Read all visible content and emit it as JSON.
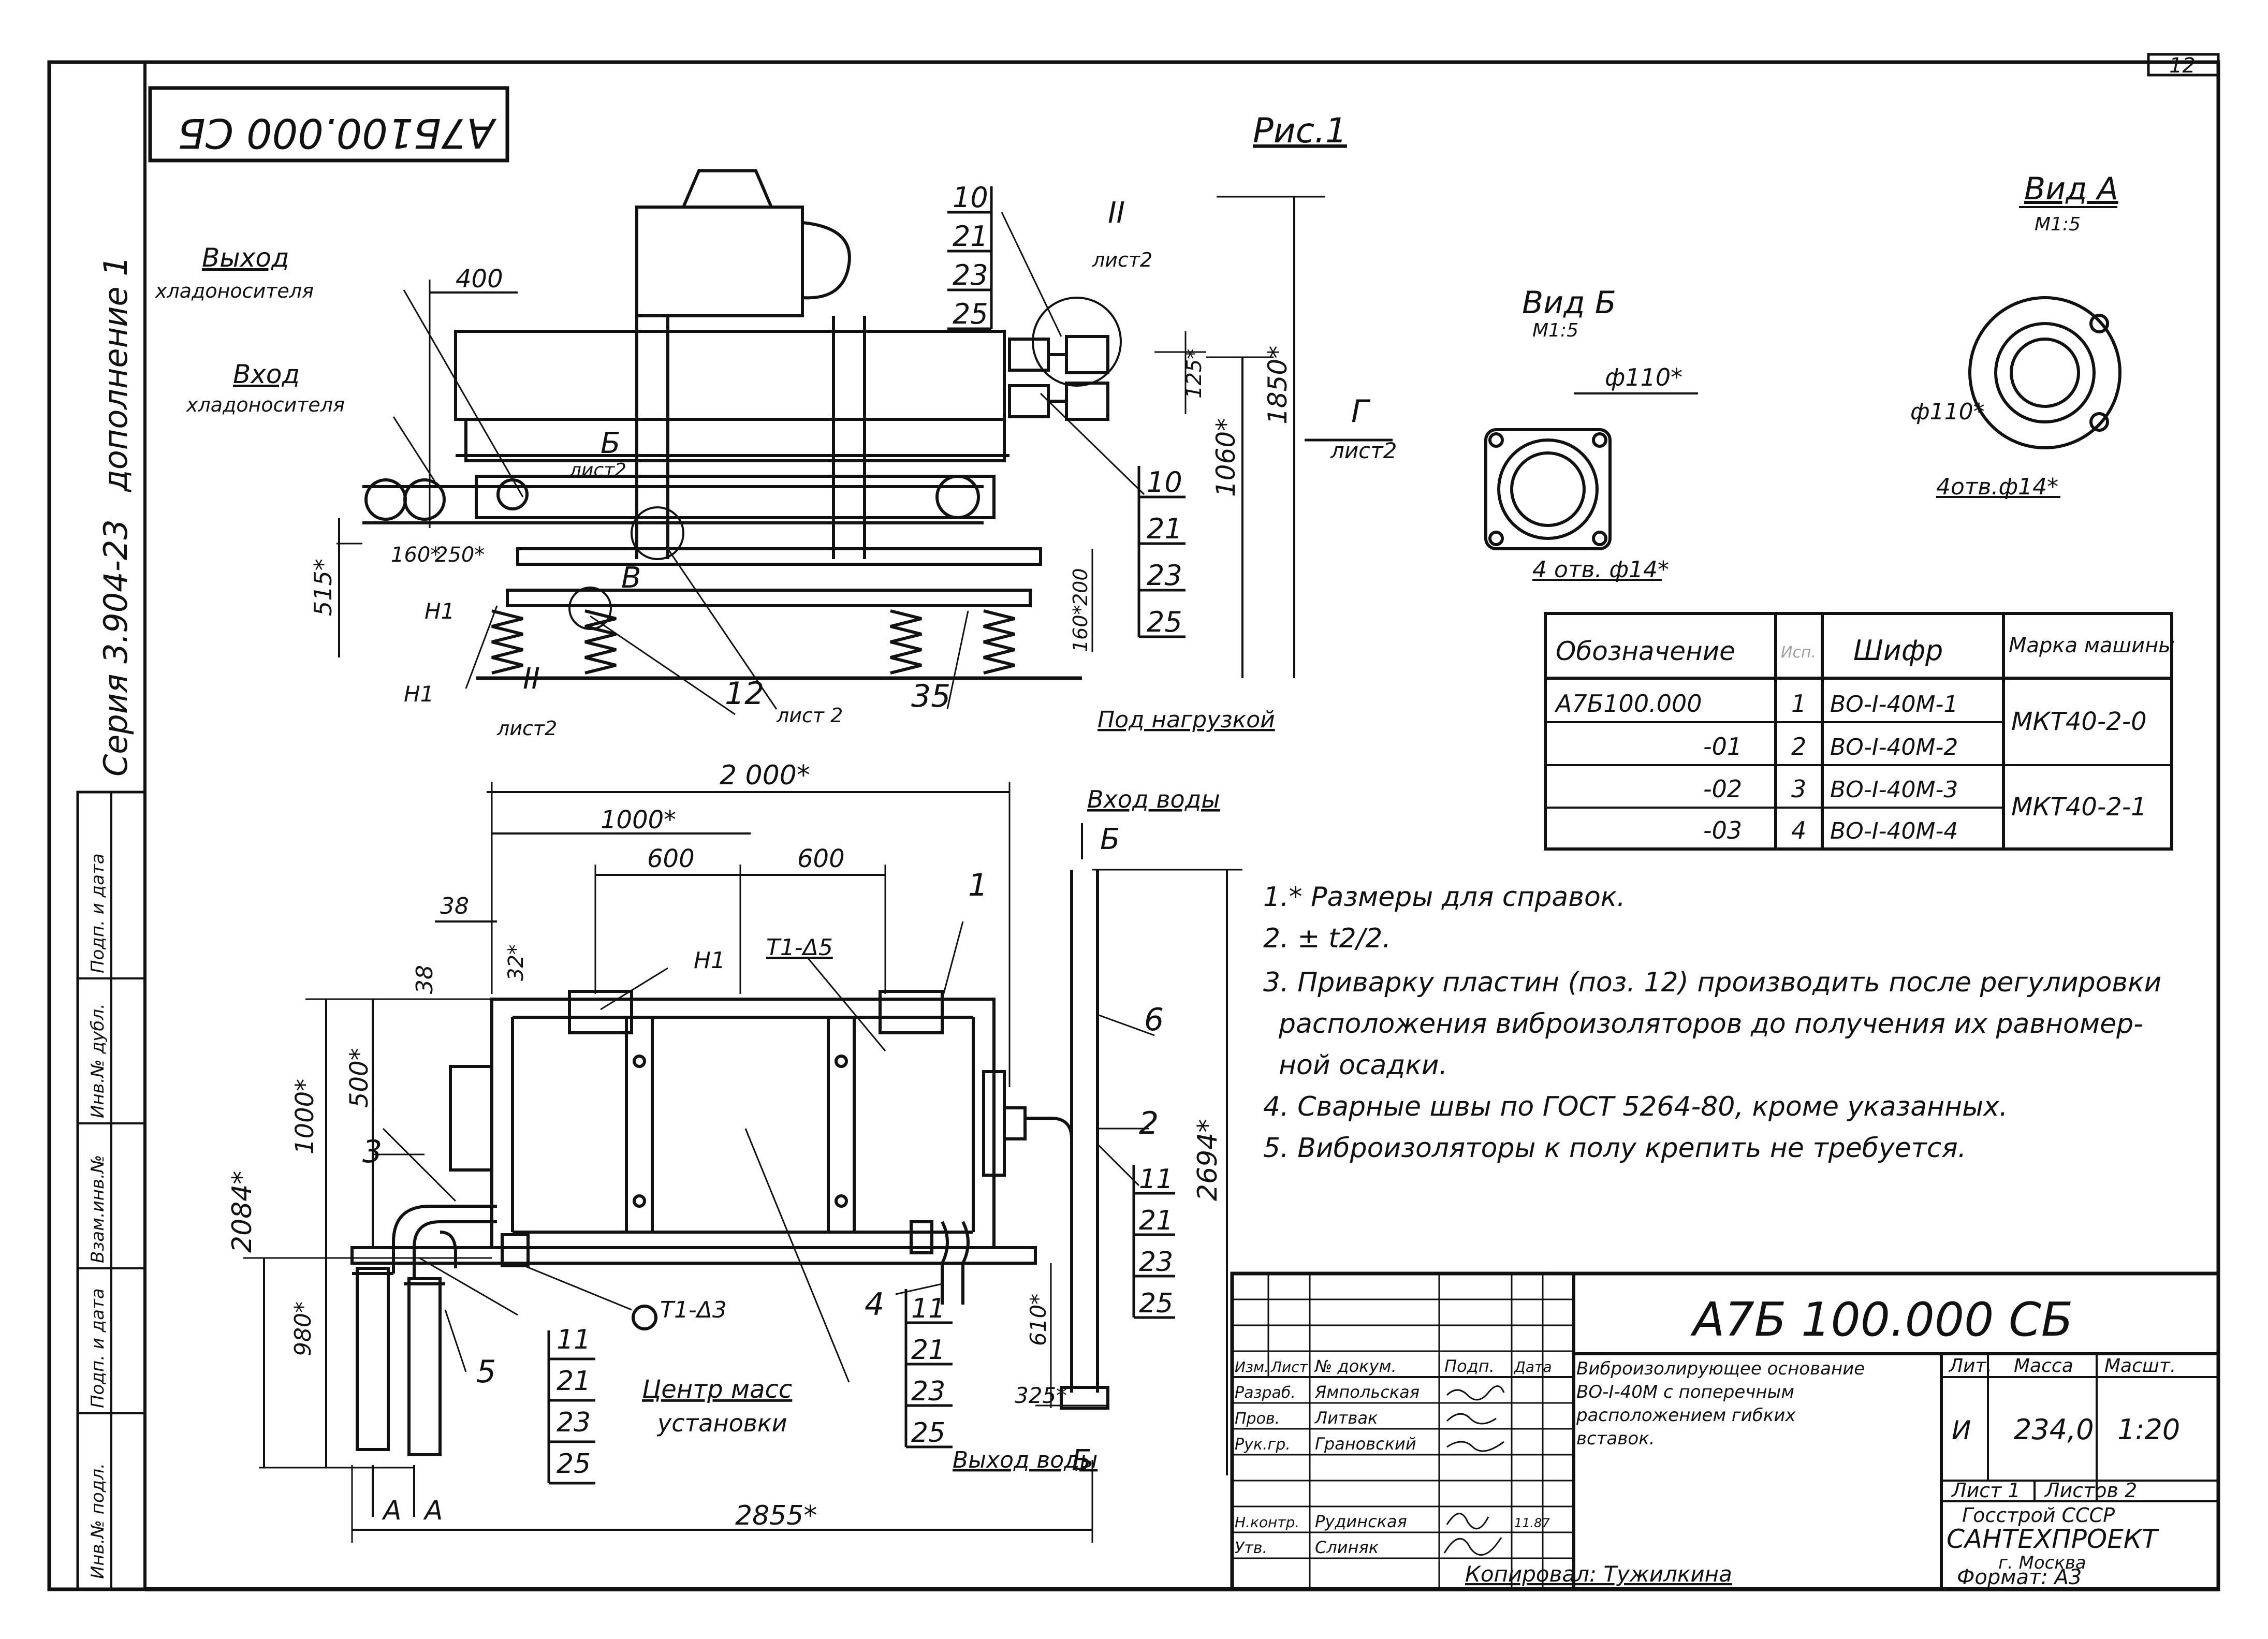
{
  "sheet": {
    "page_number": "12",
    "rotated_designation": "А7Б100.000 СБ",
    "figure_label": "Рис.1",
    "side_labels": {
      "supplement": "дополнение 1",
      "series": "Серия 3.904-23"
    },
    "left_strip": [
      "Инв.№ подл.",
      "Подп. и дата",
      "Взам.инв.№",
      "Инв.№ дубл.",
      "Подп. и дата"
    ]
  },
  "top_view": {
    "labels": {
      "outlet": "Выход",
      "outlet_sub": "хладоносителя",
      "inlet": "Вход",
      "inlet_sub": "хладоносителя",
      "view_b_ref": "Б",
      "sheet2_a": "лист2",
      "sheet2_b": "лист2",
      "sheet2_c": "лист2",
      "sheet2_d": "лист 2",
      "roman_top": "II",
      "roman_bottom": "II",
      "v_label": "В",
      "h1_a": "Н1",
      "h1_b": "Н1",
      "under_load": "Под нагрузкой",
      "arrow_g": "Г",
      "arrow_g_sheet": "лист2"
    },
    "dims": {
      "d400": "400",
      "d125": "125*",
      "d1060": "1060*",
      "d1850": "1850*",
      "d515": "515*",
      "d160": "160*",
      "d250": "250*",
      "d200": "200",
      "d160b": "160*"
    },
    "callouts_top": [
      "10",
      "21",
      "23",
      "25"
    ],
    "callouts_right": [
      "10",
      "21",
      "23",
      "25"
    ],
    "callout_12": "12",
    "callout_35": "35"
  },
  "front_view": {
    "labels": {
      "water_in": "Вход воды",
      "water_out": "Выход воды",
      "b_top": "Б",
      "b_bottom": "Б",
      "h1": "Н1",
      "t1_d5": "Т1-Δ5",
      "t1_d3": "Т1-Δ3",
      "mass_center_1": "Центр масс",
      "mass_center_2": "установки",
      "arrow_a1": "А",
      "arrow_a2": "А"
    },
    "dims": {
      "d2000": "2 000*",
      "d1000h": "1000*",
      "d600a": "600",
      "d600b": "600",
      "d38a": "38",
      "d38b": "38",
      "d32": "32*",
      "d500": "500*",
      "d1000v": "1000*",
      "d2084": "2084*",
      "d980": "980*",
      "d2694": "2694*",
      "d610": "610*",
      "d325": "325*",
      "d2855": "2855*"
    },
    "callouts": {
      "c1": "1",
      "c2": "2",
      "c3": "3",
      "c4": "4",
      "c5": "5",
      "c6": "6"
    },
    "stack_right": [
      "11",
      "21",
      "23",
      "25"
    ],
    "stack_mid": [
      "11",
      "21",
      "23",
      "25"
    ],
    "stack_left": [
      "11",
      "21",
      "23",
      "25"
    ]
  },
  "view_b": {
    "title": "Вид Б",
    "scale": "М1:5",
    "dia": "ф110*",
    "holes": "4 отв. ф14*"
  },
  "view_a": {
    "title": "Вид А",
    "scale": "М1:5",
    "dia": "ф110*",
    "holes": "4отв.ф14*"
  },
  "spec_table": {
    "headers": [
      "Обозначение",
      "Исп.",
      "Шифр",
      "Марка машины"
    ],
    "rows": [
      [
        "А7Б100.000",
        "1",
        "ВО-I-40М-1"
      ],
      [
        "-01",
        "2",
        "ВО-I-40М-2"
      ],
      [
        "-02",
        "3",
        "ВО-I-40М-3"
      ],
      [
        "-03",
        "4",
        "ВО-I-40М-4"
      ]
    ],
    "machines": [
      "МКТ40-2-0",
      "МКТ40-2-1"
    ]
  },
  "notes": [
    "1.* Размеры для справок.",
    "2. ± t2/2.",
    "3. Приварку пластин (поз. 12) производить после регулировки",
    "расположения виброизоляторов до получения их равномер-",
    "ной осадки.",
    "4. Сварные швы по ГОСТ 5264-80, кроме указанных.",
    "5. Виброизоляторы к полу крепить не требуется."
  ],
  "title_block": {
    "designation": "А7Б 100.000 СБ",
    "name_lines": [
      "Виброизолирующее основание",
      "ВО-I-40М с поперечным",
      "расположением гибких",
      "вставок."
    ],
    "lit_header": "Лит.",
    "mass_header": "Масса",
    "scale_header": "Масшт.",
    "lit": "И",
    "mass": "234,0",
    "scale": "1:20",
    "sheet": "Лист 1",
    "sheets": "Листов 2",
    "org1": "Госстрой СССР",
    "org2": "САНТЕХПРОЕКТ",
    "org3": "г. Москва",
    "col_headers": [
      "Изм.",
      "Лист",
      "№ докум.",
      "Подп.",
      "Дата"
    ],
    "staff": [
      [
        "Разраб.",
        "Ямпольская"
      ],
      [
        "Пров.",
        "Литвак"
      ],
      [
        "Рук.гр.",
        "Грановский"
      ],
      [
        "",
        ""
      ],
      [
        "Н.контр.",
        "Рудинская"
      ],
      [
        "Утв.",
        "Слиняк"
      ]
    ],
    "date": "11.87",
    "copied": "Копировал: Тужилкина",
    "format": "Формат: А3"
  }
}
